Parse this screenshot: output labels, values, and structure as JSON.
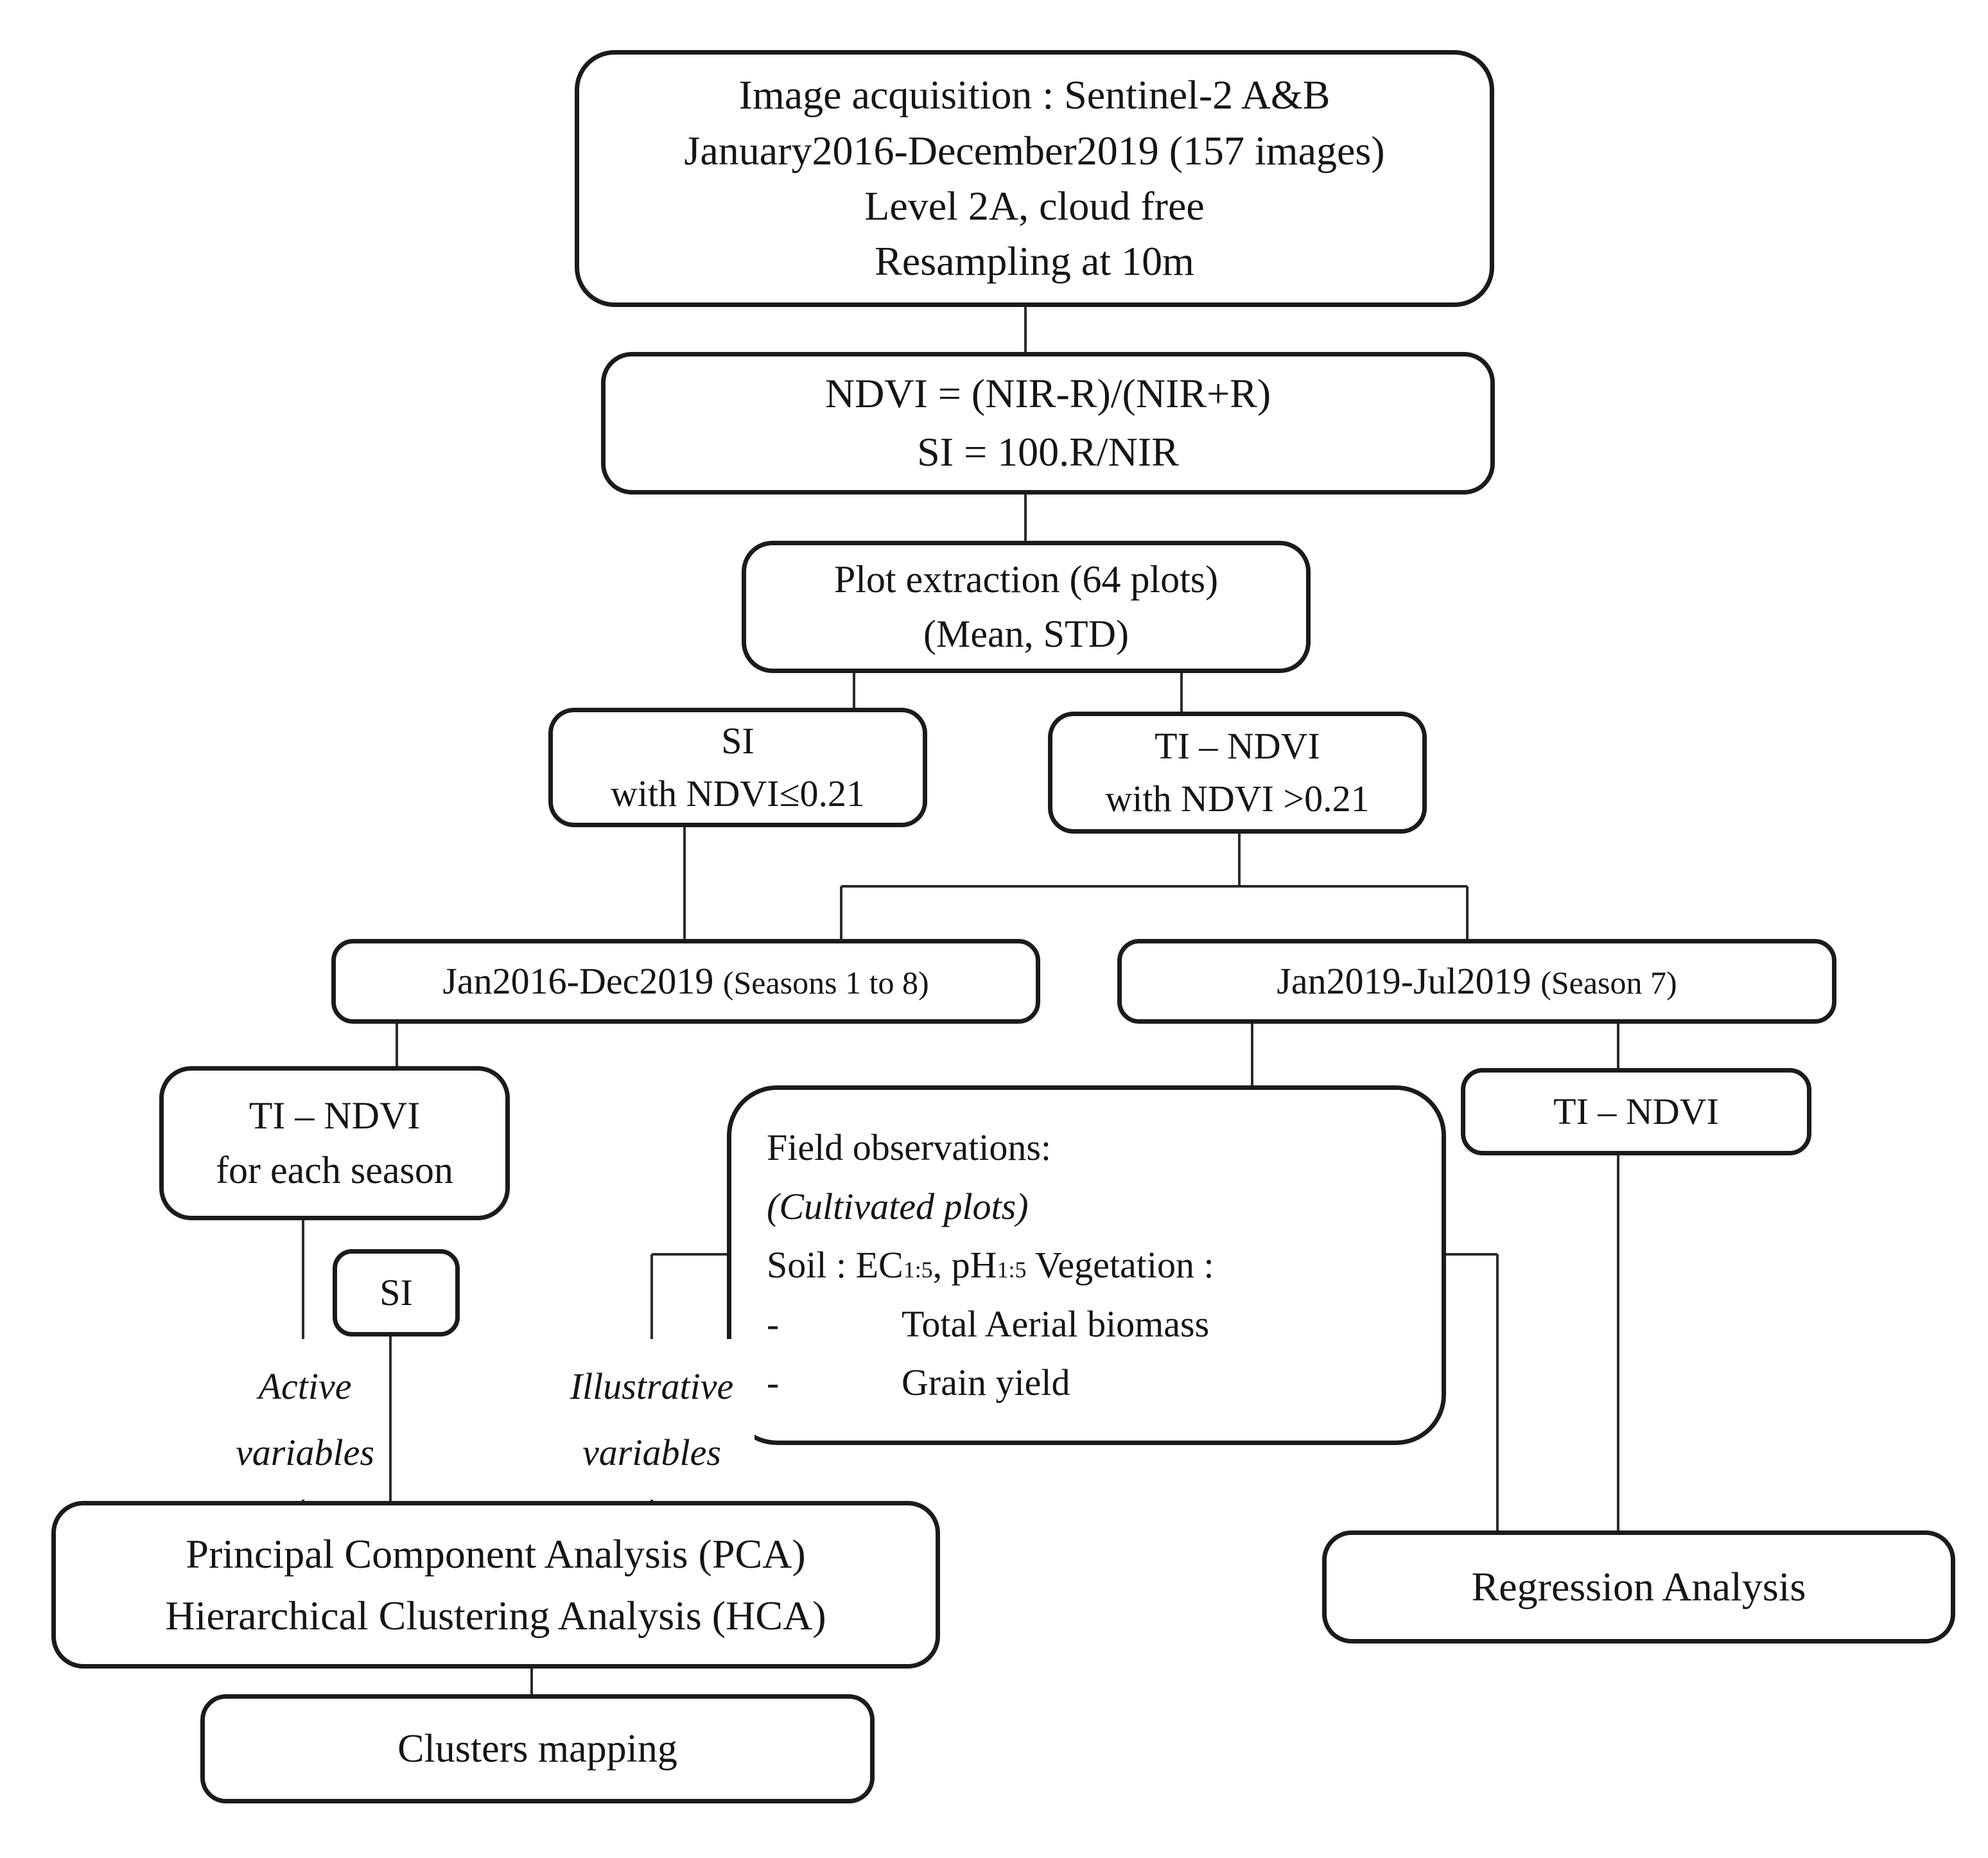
{
  "diagram": {
    "colors": {
      "border": "#1b1b1b",
      "text": "#151515",
      "connector": "#2b2b2b",
      "background": "#ffffff"
    },
    "nodes": {
      "image_acquisition": {
        "lines": [
          "Image acquisition : Sentinel-2 A&B",
          "January2016-December2019 (157 images)",
          "Level 2A, cloud free",
          "Resampling at 10m"
        ]
      },
      "indices": {
        "lines": [
          "NDVI = (NIR-R)/(NIR+R)",
          "SI = 100.R/NIR"
        ]
      },
      "plot_extraction": {
        "lines": [
          "Plot extraction (64 plots)",
          "(Mean, STD)"
        ]
      },
      "si_low_ndvi": {
        "lines": [
          "SI",
          "with NDVI≤0.21"
        ]
      },
      "ti_ndvi_high": {
        "lines": [
          "TI – NDVI",
          "with NDVI >0.21"
        ]
      },
      "period_all_seasons": {
        "main": "Jan2016-Dec2019",
        "paren": "(Seasons 1 to 8)"
      },
      "period_season7": {
        "main": "Jan2019-Jul2019",
        "paren": "(Season 7)"
      },
      "ti_ndvi_each_season": {
        "lines": [
          "TI – NDVI",
          "for each season"
        ]
      },
      "si_small": {
        "label": "SI"
      },
      "field_observations": {
        "title": "Field observations:",
        "subtitle": "(Cultivated plots)",
        "soil": {
          "pre": "Soil : EC",
          "sub1": "1:5",
          "mid": ", pH",
          "sub2": "1:5",
          "post": " Vegetation :"
        },
        "bullets": [
          {
            "dash": "-",
            "text": "Total Aerial biomass"
          },
          {
            "dash": "-",
            "text": "Grain yield"
          }
        ]
      },
      "ti_ndvi_right": {
        "label": "TI – NDVI"
      },
      "pca_hca": {
        "lines": [
          "Principal Component Analysis (PCA)",
          "Hierarchical Clustering Analysis (HCA)"
        ]
      },
      "regression": {
        "label": "Regression Analysis"
      },
      "clusters_mapping": {
        "label": "Clusters mapping"
      }
    },
    "edge_labels": {
      "active": {
        "line1": "Active",
        "line2": "variables"
      },
      "illustrative": {
        "line1": "Illustrative",
        "line2": "variables"
      }
    }
  }
}
